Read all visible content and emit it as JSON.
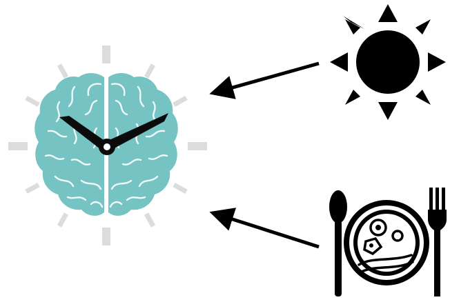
{
  "diagram": {
    "background": "#ffffff",
    "nodes": [
      {
        "id": "brain-clock",
        "icon": "brain-clock-icon",
        "color": "#76c3c3",
        "tick_color": "#dcdcdc",
        "hand_color": "#0b0b0b"
      },
      {
        "id": "sun",
        "icon": "sun-icon",
        "color": "#000000"
      },
      {
        "id": "meal",
        "icon": "plate-fork-spoon-icon",
        "color": "#000000"
      }
    ],
    "edges": [
      {
        "from": "sun",
        "to": "brain-clock"
      },
      {
        "from": "meal",
        "to": "brain-clock"
      }
    ]
  }
}
